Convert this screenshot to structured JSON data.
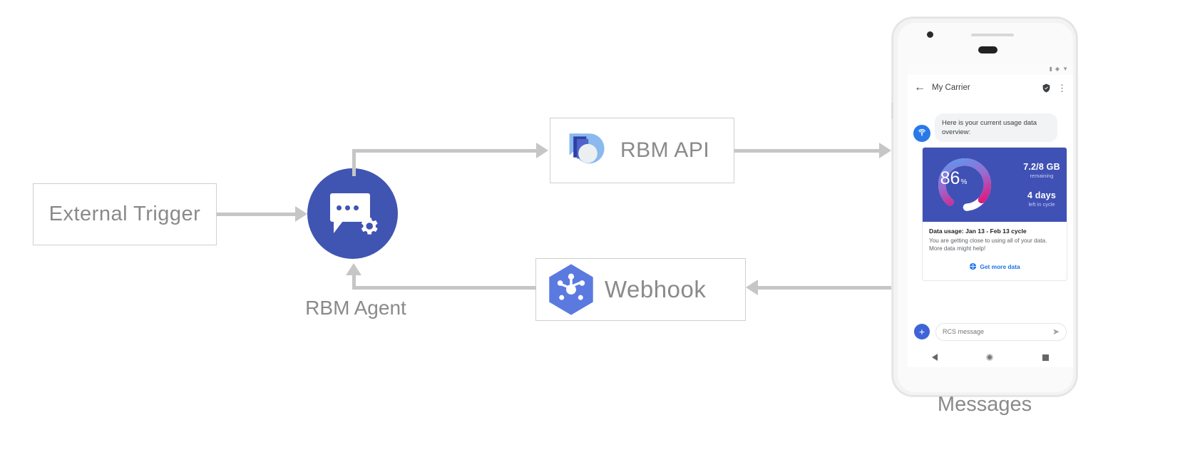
{
  "diagram": {
    "nodes": {
      "external_trigger": {
        "label": "External Trigger"
      },
      "rbm_agent": {
        "label": "RBM Agent",
        "icon": "chat-gear-icon"
      },
      "rbm_api": {
        "label": "RBM API",
        "icon": "rbm-api-logo"
      },
      "webhook": {
        "label": "Webhook",
        "icon": "webhook-hexagon-icon"
      },
      "messages": {
        "label": "Messages"
      }
    },
    "colors": {
      "agent_blue": "#4054b2",
      "arrow_gray": "#c6c6c6",
      "label_gray": "#8a8a8a",
      "card_blue": "#3f51b5",
      "link_blue": "#1a73e8"
    }
  },
  "phone": {
    "statusbar": {
      "icons": [
        "signal-icon",
        "wifi-icon",
        "battery-icon"
      ]
    },
    "appbar": {
      "back_icon": "back-arrow-icon",
      "title": "My Carrier",
      "verified_icon": "verified-shield-icon",
      "overflow_icon": "kebab-menu-icon"
    },
    "conversation": {
      "avatar_icon": "carrier-avatar-icon",
      "incoming_message": "Here is your current usage data overview:",
      "rich_card": {
        "gauge": {
          "value": "86",
          "unit": "%",
          "percent": 86
        },
        "stats": [
          {
            "value": "7.2/8 GB",
            "caption": "remaining"
          },
          {
            "value": "4 days",
            "caption": "left in cycle"
          }
        ],
        "title": "Data usage: Jan 13 - Feb 13 cycle",
        "description_line1": "You are getting close to using all of your data.",
        "description_line2": "More data might help!",
        "action": {
          "label": "Get more data",
          "icon": "globe-icon"
        }
      }
    },
    "composer": {
      "plus_icon": "add-attachment-icon",
      "placeholder": "RCS message",
      "value": "",
      "send_icon": "send-icon"
    },
    "navbar": {
      "back_icon": "nav-back-icon",
      "home_icon": "nav-home-icon",
      "recents_icon": "nav-recents-icon"
    }
  }
}
